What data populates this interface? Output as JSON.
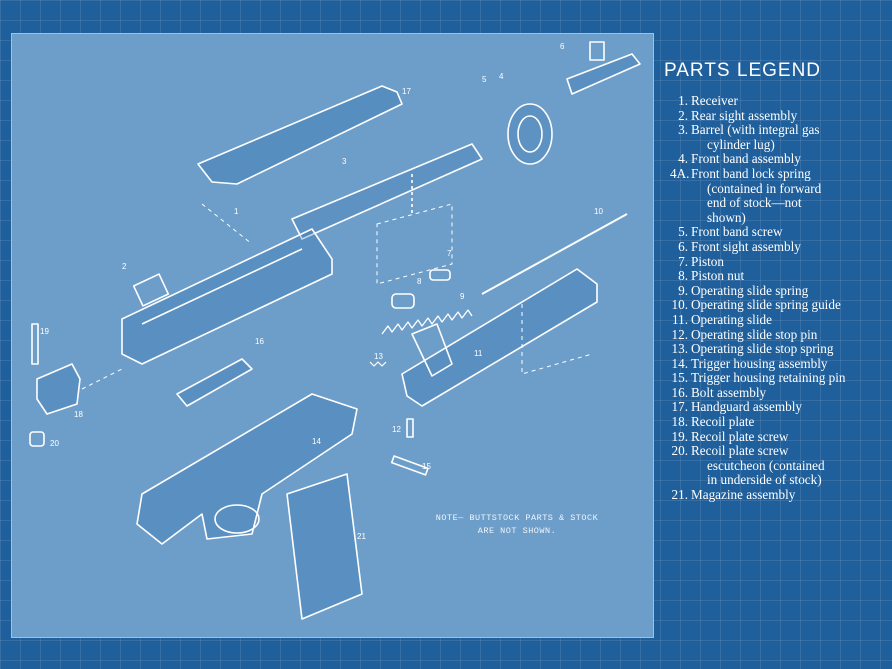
{
  "legend": {
    "title": "PARTS LEGEND",
    "items": [
      {
        "num": "1.",
        "text": "Receiver"
      },
      {
        "num": "2.",
        "text": "Rear sight assembly"
      },
      {
        "num": "3.",
        "text": "Barrel (with integral gas",
        "cont": "cylinder lug)"
      },
      {
        "num": "4.",
        "text": "Front band assembly"
      },
      {
        "num": "4A.",
        "text": "Front band lock spring",
        "cont": "(contained in forward\nend of stock—not\nshown)"
      },
      {
        "num": "5.",
        "text": "Front band screw"
      },
      {
        "num": "6.",
        "text": "Front sight assembly"
      },
      {
        "num": "7.",
        "text": "Piston"
      },
      {
        "num": "8.",
        "text": "Piston nut"
      },
      {
        "num": "9.",
        "text": "Operating slide spring"
      },
      {
        "num": "10.",
        "text": "Operating slide spring guide"
      },
      {
        "num": "11.",
        "text": "Operating slide"
      },
      {
        "num": "12.",
        "text": "Operating slide stop pin"
      },
      {
        "num": "13.",
        "text": "Operating slide stop spring"
      },
      {
        "num": "14.",
        "text": "Trigger housing assembly"
      },
      {
        "num": "15.",
        "text": "Trigger housing retaining pin"
      },
      {
        "num": "16.",
        "text": "Bolt assembly"
      },
      {
        "num": "17.",
        "text": "Handguard assembly"
      },
      {
        "num": "18.",
        "text": "Recoil plate"
      },
      {
        "num": "19.",
        "text": "Recoil plate screw"
      },
      {
        "num": "20.",
        "text": "Recoil plate screw",
        "cont": "escutcheon (contained\nin underside of stock)"
      },
      {
        "num": "21.",
        "text": "Magazine assembly"
      }
    ]
  },
  "diagram": {
    "note_line1": "NOTE— BUTTSTOCK PARTS & STOCK",
    "note_line2": "ARE NOT SHOWN.",
    "callouts": [
      "1",
      "2",
      "3",
      "4",
      "5",
      "6",
      "7",
      "8",
      "9",
      "10",
      "11",
      "12",
      "13",
      "14",
      "15",
      "16",
      "17",
      "18",
      "19",
      "20",
      "21"
    ]
  },
  "colors": {
    "background": "#1f5f9c",
    "panel": "#6d9ec9",
    "ink": "#ffffff"
  }
}
